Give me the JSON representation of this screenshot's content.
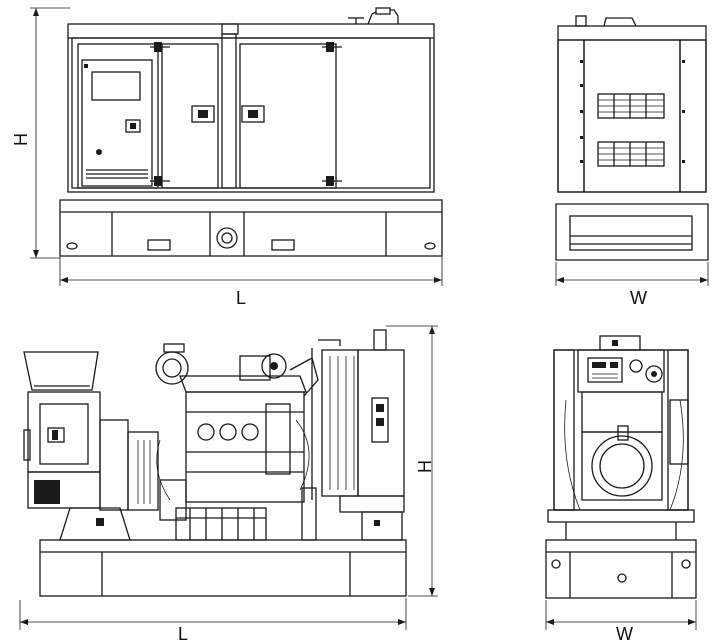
{
  "views": {
    "enclosed_front": {
      "length_label": "L",
      "height_label": "H"
    },
    "enclosed_side": {
      "width_label": "W"
    },
    "open_front": {
      "length_label": "L",
      "height_label": "H"
    },
    "open_side": {
      "width_label": "W"
    }
  },
  "colors": {
    "line": "#1a1a1a",
    "background": "#ffffff"
  }
}
